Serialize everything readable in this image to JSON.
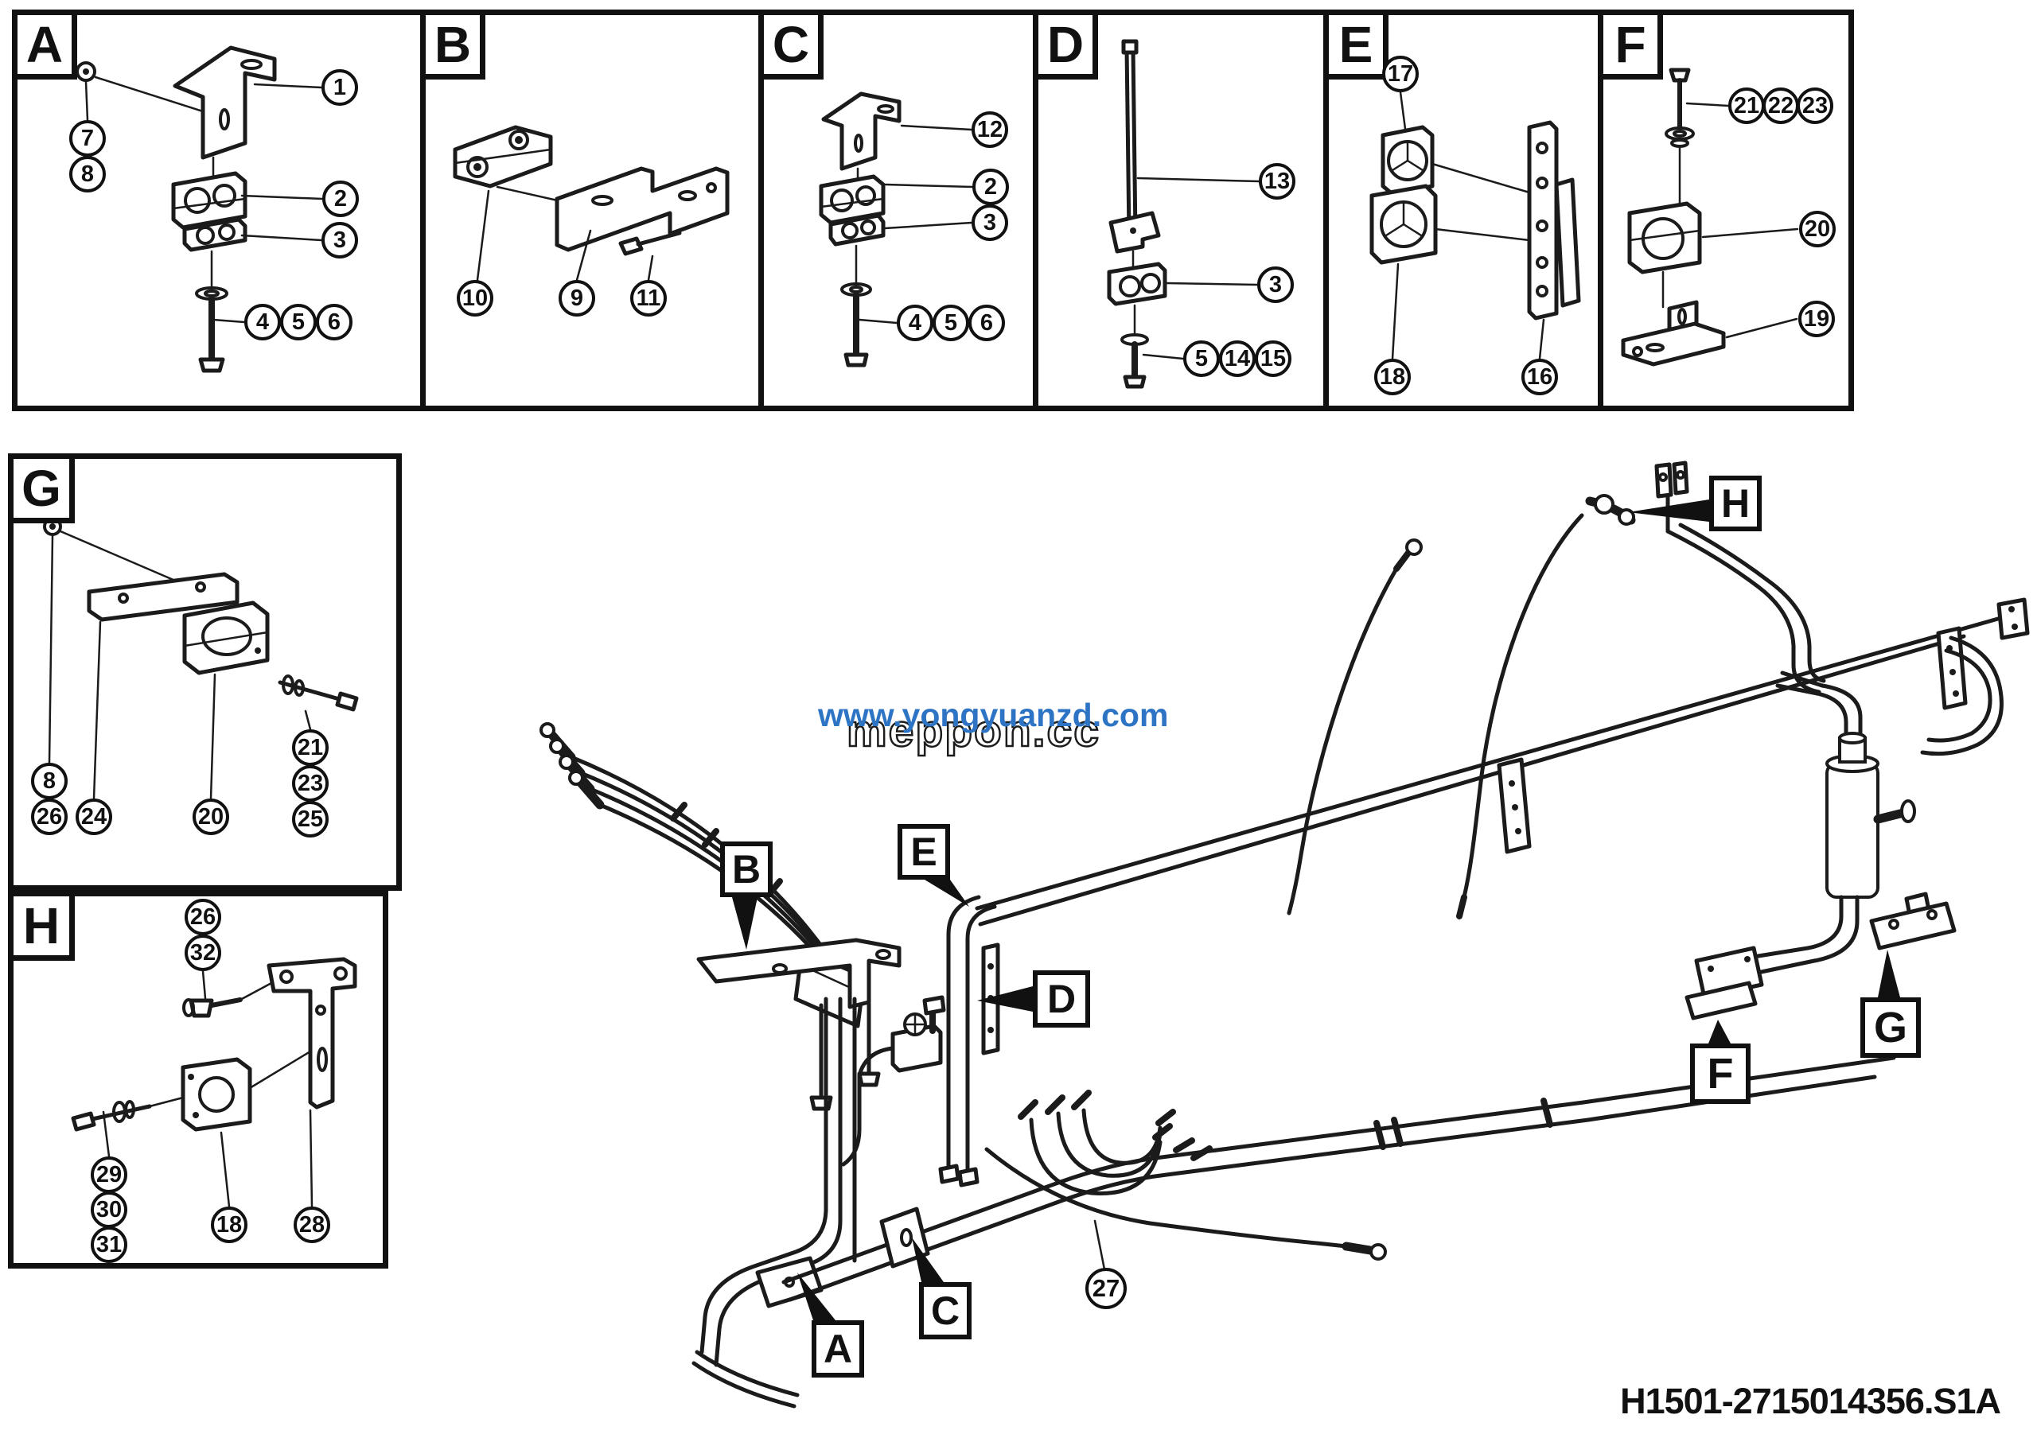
{
  "figure": {
    "part_number": "H1501-2715014356.S1A",
    "watermark": {
      "url_text": "www.yongyuanzd.com",
      "brand_text": "meppon.cc",
      "url_color": "#2e74c4"
    },
    "line_color": "#1b1b1b"
  },
  "panels": [
    {
      "letter": "A",
      "callouts": [
        "1",
        "2",
        "3",
        "4",
        "5",
        "6",
        "7",
        "8"
      ]
    },
    {
      "letter": "B",
      "callouts": [
        "10",
        "9",
        "11"
      ]
    },
    {
      "letter": "C",
      "callouts": [
        "12",
        "2",
        "3",
        "4",
        "5",
        "6"
      ]
    },
    {
      "letter": "D",
      "callouts": [
        "13",
        "3",
        "5",
        "14",
        "15"
      ]
    },
    {
      "letter": "E",
      "callouts": [
        "17",
        "18",
        "16"
      ]
    },
    {
      "letter": "F",
      "callouts": [
        "21",
        "22",
        "23",
        "20",
        "19"
      ]
    },
    {
      "letter": "G",
      "callouts": [
        "8",
        "26",
        "24",
        "20",
        "21",
        "23",
        "25"
      ]
    },
    {
      "letter": "H",
      "callouts": [
        "26",
        "32",
        "29",
        "30",
        "31",
        "18",
        "28"
      ]
    }
  ],
  "main_view": {
    "labels": {
      "A": "A",
      "B": "B",
      "C": "C",
      "D": "D",
      "E": "E",
      "F": "F",
      "G": "G",
      "H": "H"
    },
    "callout_27": "27"
  }
}
